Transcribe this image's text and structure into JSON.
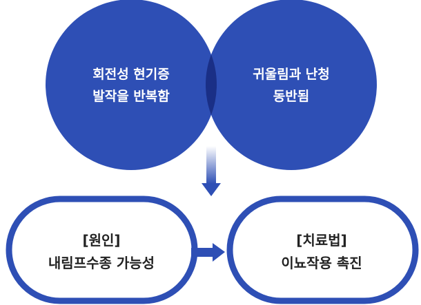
{
  "left_circle": {
    "lines": [
      "회전성 현기증",
      "발작을 반복함"
    ]
  },
  "right_circle": {
    "lines": [
      "귀울림과 난청",
      "동반됨"
    ]
  },
  "cause_box": {
    "title": "[원인]",
    "text": "내림프수종 가능성"
  },
  "treatment_box": {
    "title": "[치료법]",
    "text": "이뇨작용 촉진"
  },
  "colors": {
    "circle_fill": "#2e4fb5",
    "overlap_fill": "#1a2f86",
    "box_stroke": "#2e4fb5",
    "text_dark": "#222222",
    "text_light": "#ffffff"
  }
}
